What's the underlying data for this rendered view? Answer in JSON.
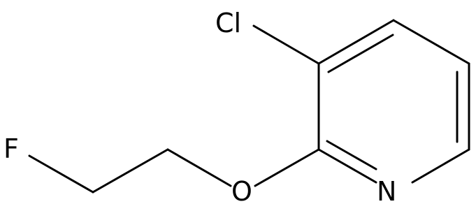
{
  "molecule": {
    "atoms": {
      "chlorine": "Cl",
      "oxygen": "O",
      "nitrogen": "N",
      "fluorine": "F"
    },
    "bond_color": "#000000",
    "background": "#ffffff"
  }
}
